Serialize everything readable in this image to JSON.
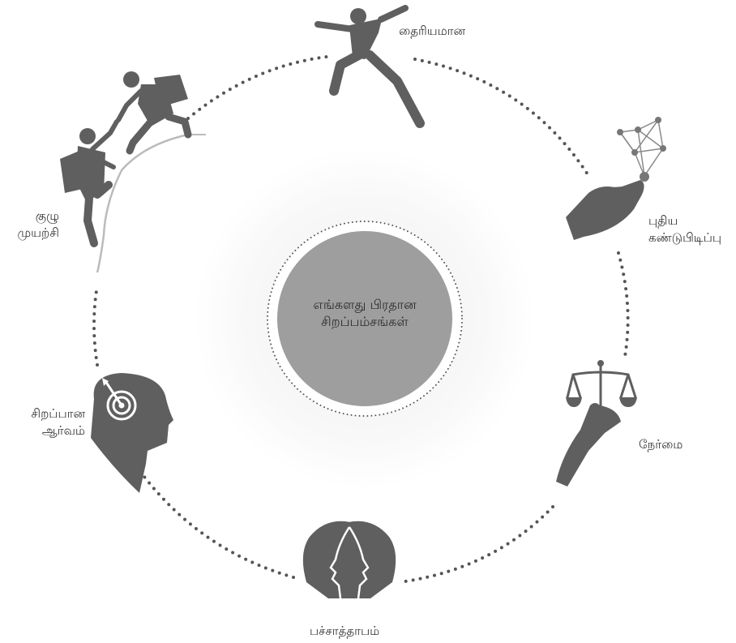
{
  "center": {
    "line1": "எங்களது பிரதான",
    "line2": "சிறப்பம்சங்கள்"
  },
  "values": [
    {
      "lines": [
        "தைரியமான"
      ],
      "icon": "leaping-person-icon"
    },
    {
      "lines": [
        "புதிய",
        "கண்டுபிடிப்பு"
      ],
      "icon": "hand-network-icon"
    },
    {
      "lines": [
        "நேர்மை"
      ],
      "icon": "hand-scales-icon"
    },
    {
      "lines": [
        "பச்சாத்தாபம்"
      ],
      "icon": "two-faces-icon"
    },
    {
      "lines": [
        "சிறப்பான",
        "ஆர்வம்"
      ],
      "icon": "head-target-icon"
    },
    {
      "lines": [
        "குழு",
        "முயற்சி"
      ],
      "icon": "climbers-helping-icon"
    }
  ],
  "colors": {
    "icon": "#5f5f5f",
    "center_disc": "#9e9e9e",
    "dots": "#555555",
    "text": "#333333"
  }
}
